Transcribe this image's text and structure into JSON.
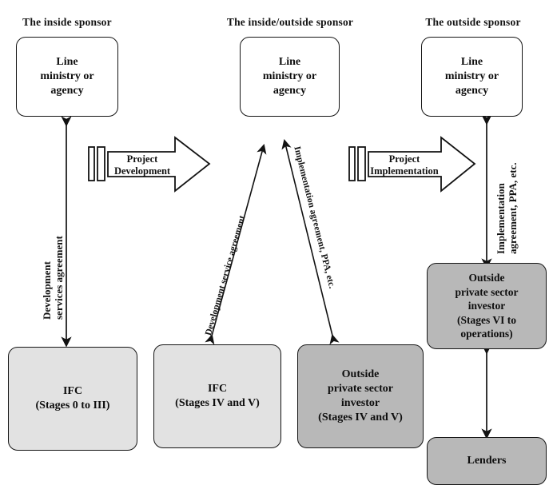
{
  "figure": {
    "title_hidden": "Inside, inside/outside and outside sponsor structures"
  },
  "columns": [
    {
      "key": "inside",
      "title": "The inside sponsor"
    },
    {
      "key": "inside_outside",
      "title": "The inside/outside sponsor"
    },
    {
      "key": "outside",
      "title": "The outside sponsor"
    }
  ],
  "nodes": {
    "ministry_left": {
      "lines": [
        "Line",
        "ministry or",
        "agency"
      ],
      "fill": "#ffffff"
    },
    "ministry_middle": {
      "lines": [
        "Line",
        "ministry or",
        "agency"
      ],
      "fill": "#ffffff"
    },
    "ministry_right": {
      "lines": [
        "Line",
        "ministry or",
        "agency"
      ],
      "fill": "#ffffff"
    },
    "ifc_stages_0_3": {
      "lines": [
        "IFC",
        "(Stages 0 to III)"
      ],
      "fill": "#e2e2e2"
    },
    "ifc_stages_4_5": {
      "lines": [
        "IFC",
        "(Stages IV and V)"
      ],
      "fill": "#e2e2e2"
    },
    "outside_investor_4_5": {
      "lines": [
        "Outside",
        "private sector",
        "investor",
        "(Stages IV and V)"
      ],
      "fill": "#b8b8b8"
    },
    "outside_investor_6_ops": {
      "lines": [
        "Outside",
        "private sector",
        "investor",
        "(Stages VI to",
        "operations)"
      ],
      "fill": "#b8b8b8"
    },
    "lenders": {
      "lines": [
        "Lenders"
      ],
      "fill": "#b8b8b8"
    }
  },
  "edge_labels": {
    "development_services_agreement": {
      "lines": [
        "Development",
        "services agreement"
      ]
    },
    "development_service_agreement_diagonal": {
      "text": "Development service agreement"
    },
    "implementation_agreement_ppa_diagonal": {
      "text": "Implementation agreement, PPA, etc."
    },
    "implementation_agreement_ppa_vertical": {
      "lines": [
        "Implementation",
        "agreement, PPA, etc."
      ]
    }
  },
  "block_arrows": {
    "project_development": {
      "lines": [
        "Project",
        "Development"
      ]
    },
    "project_implementation": {
      "lines": [
        "Project",
        "Implementation"
      ]
    }
  },
  "colors": {
    "stroke": "#151515",
    "node_white": "#ffffff",
    "node_light_gray": "#e2e2e2",
    "node_dark_gray": "#b8b8b8",
    "background": "#ffffff"
  }
}
